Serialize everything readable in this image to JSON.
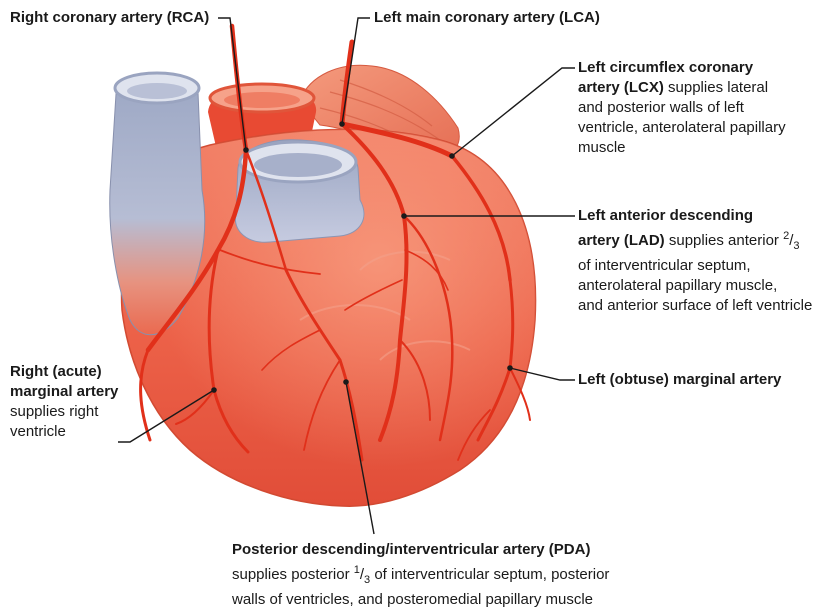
{
  "labels": {
    "rca": {
      "title": "Right coronary artery (RCA)"
    },
    "lca": {
      "title": "Left main coronary artery (LCA)"
    },
    "lcx": {
      "title_line1": "Left circumflex coronary",
      "title_line2": "artery (LCX)",
      "desc_line1": "supplies lateral",
      "desc_line2": "and posterior walls of left",
      "desc_line3": "ventricle, anterolateral papillary",
      "desc_line4": "muscle"
    },
    "lad": {
      "title_line1": "Left anterior descending",
      "title_line2": "artery (LAD)",
      "desc_line1_pre": "supplies anterior",
      "frac_num": "2",
      "frac_den": "3",
      "desc_line2": "of interventricular septum,",
      "desc_line3": "anterolateral papillary muscle,",
      "desc_line4": "and anterior surface of left ventricle"
    },
    "right_marginal": {
      "title_line1": "Right (acute)",
      "title_line2": "marginal artery",
      "desc_line1": "supplies right",
      "desc_line2": "ventricle"
    },
    "left_marginal": {
      "title": "Left (obtuse) marginal artery"
    },
    "pda": {
      "title": "Posterior descending/interventricular artery (PDA)",
      "desc_line1_pre": "supplies posterior",
      "frac_num": "1",
      "frac_den": "3",
      "desc_line1_post": "of interventricular septum, posterior",
      "desc_line2": "walls of ventricles, and posteromedial papillary muscle"
    }
  },
  "colors": {
    "heart_top": "#f06a50",
    "heart_bottom": "#e8553e",
    "artery": "#e3331c",
    "vessel_blue": "#a9b3cc",
    "vessel_rim": "#d3d9e8",
    "leader": "#1a1a1a"
  }
}
